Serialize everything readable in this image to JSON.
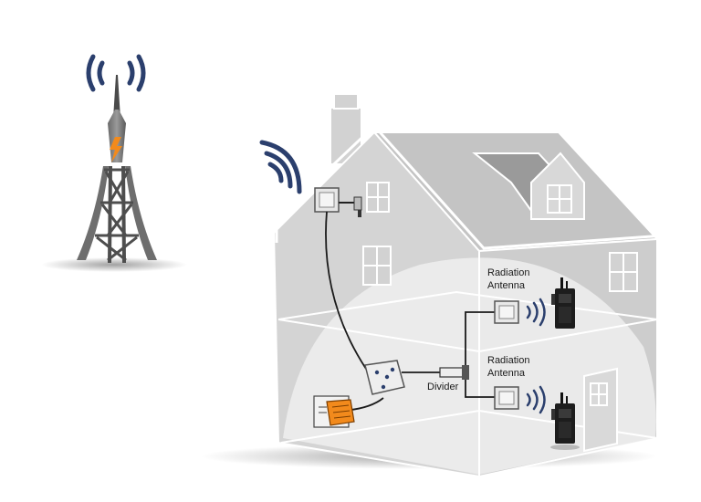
{
  "labels": {
    "radiation_antenna_upper": [
      "Radiation",
      "Antenna"
    ],
    "radiation_antenna_lower": [
      "Radiation",
      "Antenna"
    ],
    "divider": "Divider"
  },
  "icons": {
    "tower": "cell-tower-icon",
    "signal": "radio-waves-icon",
    "radio": "walkie-talkie-icon",
    "repeater": "signal-repeater-icon",
    "power": "lightning-bolt-icon"
  },
  "colors": {
    "house_fill": "#d2d2d2",
    "house_outline": "#ffffff",
    "signal_waves": "#2b3f6d",
    "tower_metal": "#555555",
    "lightning": "#f28a1c",
    "outdoor_antenna": "#e6e6e6",
    "indoor_coverage": "#f3f3f3",
    "cable": "#1a1a1a"
  }
}
